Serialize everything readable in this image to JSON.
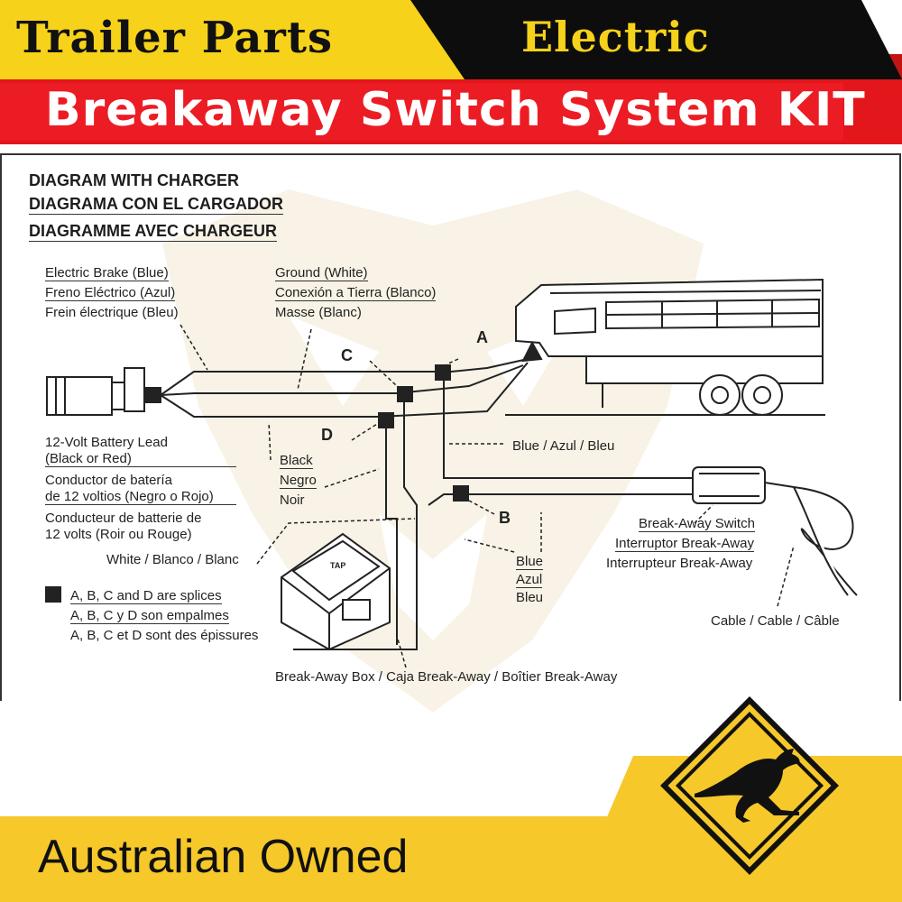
{
  "header": {
    "left_title": "Trailer Parts",
    "right_title": "Electric",
    "banner": "Breakaway Switch System KIT"
  },
  "diagram": {
    "headings": [
      "DIAGRAM WITH CHARGER",
      "DIAGRAMA CON EL CARGADOR",
      "DIAGRAMME AVEC CHARGEUR"
    ],
    "electric_brake": [
      "Electric Brake (Blue)",
      "Freno Eléctrico (Azul)",
      "Frein électrique (Bleu)"
    ],
    "ground": [
      "Ground (White)",
      "Conexión a Tierra (Blanco)",
      "Masse (Blanc)"
    ],
    "battery_lead": [
      "12-Volt Battery Lead",
      "(Black or Red)",
      "Conductor de batería",
      "de 12 voltios (Negro o Rojo)",
      "Conducteur de batterie de",
      "12 volts (Roir ou Rouge)"
    ],
    "black": [
      "Black",
      "Negro",
      "Noir"
    ],
    "blue_inline": "Blue / Azul / Bleu",
    "blue_stack": [
      "Blue",
      "Azul",
      "Bleu"
    ],
    "white": "White / Blanco / Blanc",
    "splices": [
      "A, B, C and D are splices",
      "A, B, C y D son empalmes",
      "A, B, C et D sont des épissures"
    ],
    "switch": [
      "Break-Away Switch",
      "Interruptor Break-Away",
      "Interrupteur Break-Away"
    ],
    "cable": "Cable / Cable / Câble",
    "box": "Break-Away Box / Caja Break-Away / Boîtier Break-Away",
    "splice_labels": {
      "a": "A",
      "b": "B",
      "c": "C",
      "d": "D"
    },
    "box_brand": "TAP"
  },
  "footer": {
    "text": "Australian Owned",
    "sign_icon": "kangaroo-icon"
  },
  "colors": {
    "yellow": "#f6d21a",
    "red": "#ec1c24",
    "black": "#0d0d0d",
    "footer_yellow": "#f6c82a"
  }
}
